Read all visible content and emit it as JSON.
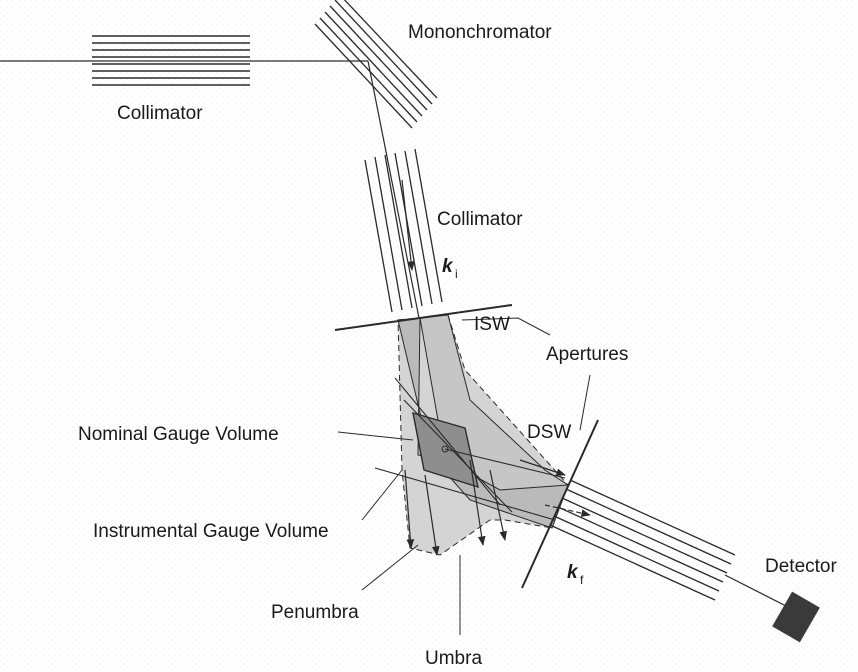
{
  "labels": {
    "monochromator": "Mononchromator",
    "collimator_primary": "Collimator",
    "collimator_incident": "Collimator",
    "k_incident": "k",
    "k_incident_sub": "i",
    "isw": "ISW",
    "apertures": "Apertures",
    "dsw": "DSW",
    "nominal_gauge_volume": "Nominal Gauge Volume",
    "instrumental_gauge_volume": "Instrumental Gauge Volume",
    "k_final": "k",
    "k_final_sub": "f",
    "detector": "Detector",
    "penumbra": "Penumbra",
    "umbra": "Umbra"
  },
  "colors": {
    "line": "#2a2a2a",
    "region_outer": "#d4d4d4",
    "region_beam": "#bababa",
    "region_gauge": "#8e8e8e",
    "detector": "#3a3a3a"
  }
}
